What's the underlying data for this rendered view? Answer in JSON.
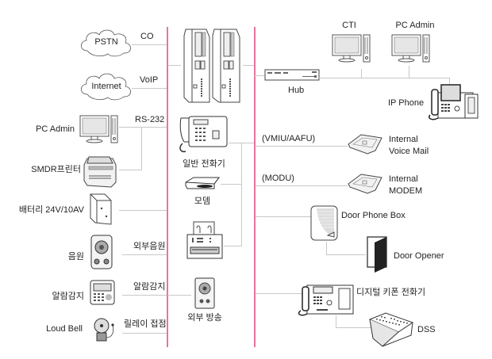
{
  "clouds": {
    "pstn": "PSTN",
    "internet": "Internet"
  },
  "left_links": {
    "co": "CO",
    "voip": "VoIP",
    "rs232": "RS-232",
    "external_source": "외부음원",
    "alarm_detect": "알람감지",
    "relay_contact": "릴레이 접점"
  },
  "left_devices": {
    "pc_admin": "PC Admin",
    "smdr_printer": "SMDR프린터",
    "battery": "배터리 24V/10AV",
    "audio_source": "음원",
    "alarm_sensor": "알람감지",
    "loud_bell": "Loud Bell"
  },
  "center_devices": {
    "analog_phone": "일반 전화기",
    "modem": "모뎀",
    "external_paging": "외부 방송"
  },
  "right_network": {
    "cti": "CTI",
    "pc_admin": "PC Admin",
    "hub": "Hub",
    "ip_phone": "IP Phone"
  },
  "right_links": {
    "vmiu_aafu": "(VMIU/AAFU)",
    "modu": "(MODU)"
  },
  "right_devices": {
    "voice_mail_line1": "Internal",
    "voice_mail_line2": "Voice Mail",
    "modem_line1": "Internal",
    "modem_line2": "MODEM",
    "door_phone_box": "Door Phone Box",
    "door_opener": "Door Opener",
    "digital_keyphone": "디지털 키폰 전화기",
    "dss": "DSS"
  },
  "colors": {
    "bus_line": "#e8739f",
    "connector_line": "#c8c8c8",
    "text": "#231f20"
  }
}
